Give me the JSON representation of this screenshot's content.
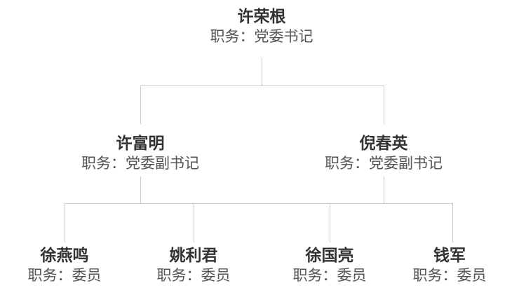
{
  "org_chart": {
    "root": {
      "name": "许荣根",
      "title": "职务：党委书记",
      "children": [
        {
          "name": "许富明",
          "title": "职务：党委副书记",
          "children": [
            {
              "name": "徐燕鸣",
              "title": "职务：委员"
            },
            {
              "name": "姚利君",
              "title": "职务：委员"
            }
          ]
        },
        {
          "name": "倪春英",
          "title": "职务：党委副书记",
          "children": [
            {
              "name": "徐国亮",
              "title": "职务：委员"
            },
            {
              "name": "钱军",
              "title": "职务：委员"
            }
          ]
        }
      ]
    },
    "colors": {
      "name_text": "#333333",
      "title_text": "#555555",
      "connector": "#cccccc",
      "background": "#ffffff"
    }
  }
}
